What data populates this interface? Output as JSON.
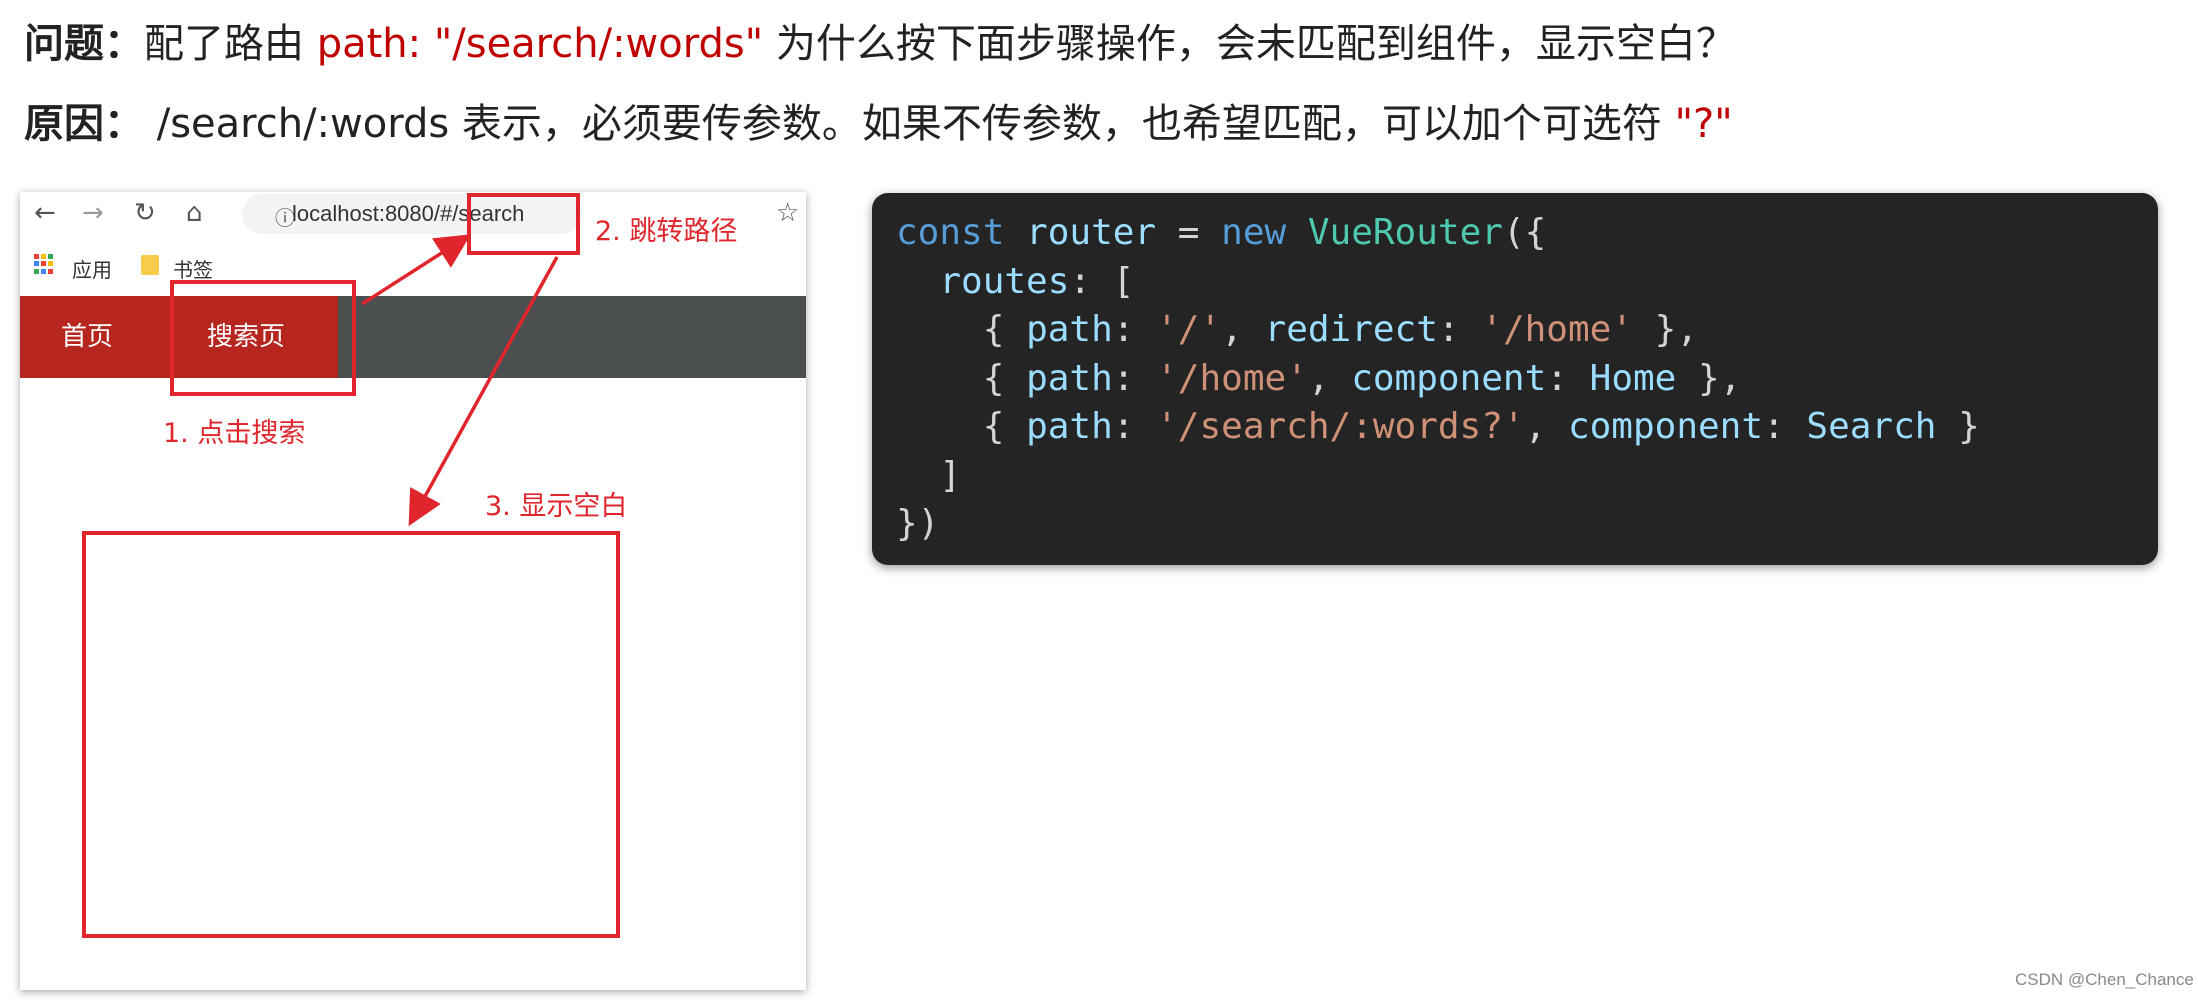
{
  "question": {
    "label": "问题：",
    "pre": "配了路由 ",
    "path": "path: \"/search/:words\"",
    "post": " 为什么按下面步骤操作，会未匹配到组件，显示空白？"
  },
  "reason": {
    "label": "原因：",
    "pre": " /search/:words  表示，必须要传参数。如果不传参数，也希望匹配，可以加个可选符 ",
    "symbol": "\"?\""
  },
  "browser": {
    "back_glyph": "←",
    "forward_glyph": "→",
    "reload_glyph": "↻",
    "home_glyph": "⌂",
    "info_glyph": "ⓘ",
    "url": "localhost:8080/#/search",
    "star_glyph": "☆",
    "bookmark_apps": "应用",
    "bookmark_folder": "书签",
    "nav_home": "首页",
    "nav_search": "搜索页",
    "app_grid_colors": [
      "#ea4335",
      "#fbbc05",
      "#34a853",
      "#4285f4",
      "#ea4335",
      "#fbbc05",
      "#34a853",
      "#4285f4",
      "#ea4335"
    ]
  },
  "annotations": {
    "step1": "1. 点击搜索",
    "step2": "2. 跳转路径",
    "step3": "3. 显示空白",
    "color": "#e0262c"
  },
  "code": {
    "l1": {
      "kw1": "const",
      "v1": "router",
      "op": " = ",
      "kw2": "new",
      "cls": "VueRouter",
      "end": "({"
    },
    "l2": {
      "v": "routes",
      "end": ": ["
    },
    "l3": {
      "open": "{ ",
      "k1": "path",
      "c1": ": ",
      "s1": "'/'",
      "sep": ", ",
      "k2": "redirect",
      "c2": ": ",
      "s2": "'/home'",
      "end": " },"
    },
    "l4": {
      "open": "{ ",
      "k1": "path",
      "c1": ": ",
      "s1": "'/home'",
      "sep": ", ",
      "k2": "component",
      "c2": ": ",
      "v2": "Home",
      "end": " },"
    },
    "l5": {
      "open": "{ ",
      "k1": "path",
      "c1": ": ",
      "s1": "'/search/:words?'",
      "sep": ", ",
      "k2": "component",
      "c2": ": ",
      "v2": "Search",
      "end": " }"
    },
    "l6": "]",
    "l7": "})"
  },
  "watermark": "CSDN @Chen_Chance"
}
